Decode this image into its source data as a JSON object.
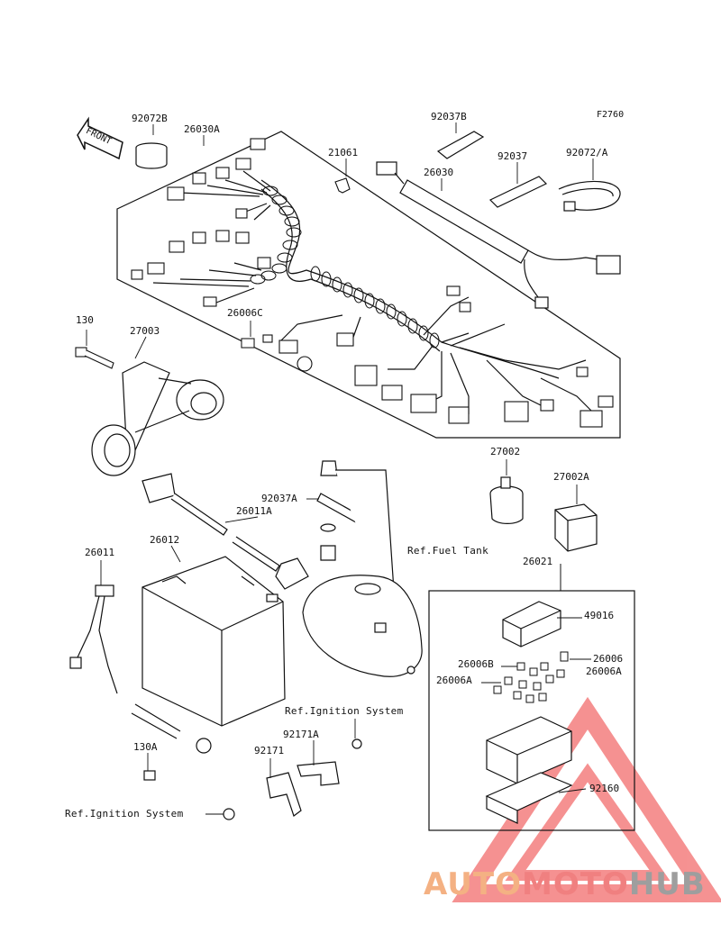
{
  "diagram_code": "F2760",
  "front_arrow_text": "FRONT",
  "labels": {
    "p92072B": "92072B",
    "p26030A": "26030A",
    "p92037B": "92037B",
    "p21061": "21061",
    "p26030": "26030",
    "p92037": "92037",
    "p92072A": "92072/A",
    "p130": "130",
    "p27003": "27003",
    "p26006C": "26006C",
    "p27002": "27002",
    "p27002A": "27002A",
    "p92037A": "92037A",
    "p26011A": "26011A",
    "p26011": "26011",
    "p26012": "26012",
    "ref_fuel_tank": "Ref.Fuel Tank",
    "p26021": "26021",
    "p49016": "49016",
    "p26006B": "26006B",
    "p26006": "26006",
    "p26006A_right": "26006A",
    "p26006A_left": "26006A",
    "ref_ignition_1": "Ref.Ignition System",
    "p92171A": "92171A",
    "p130A": "130A",
    "p92171": "92171",
    "p92160": "92160",
    "ref_ignition_2": "Ref.Ignition System"
  },
  "watermark": {
    "part1": "AUTO",
    "part2": "MOTO",
    "part3": "HUB",
    "colors": {
      "part1": "#f4b183",
      "part2": "#f08080",
      "part3": "#9e9e9e",
      "triangle": "#f26d6d"
    }
  }
}
